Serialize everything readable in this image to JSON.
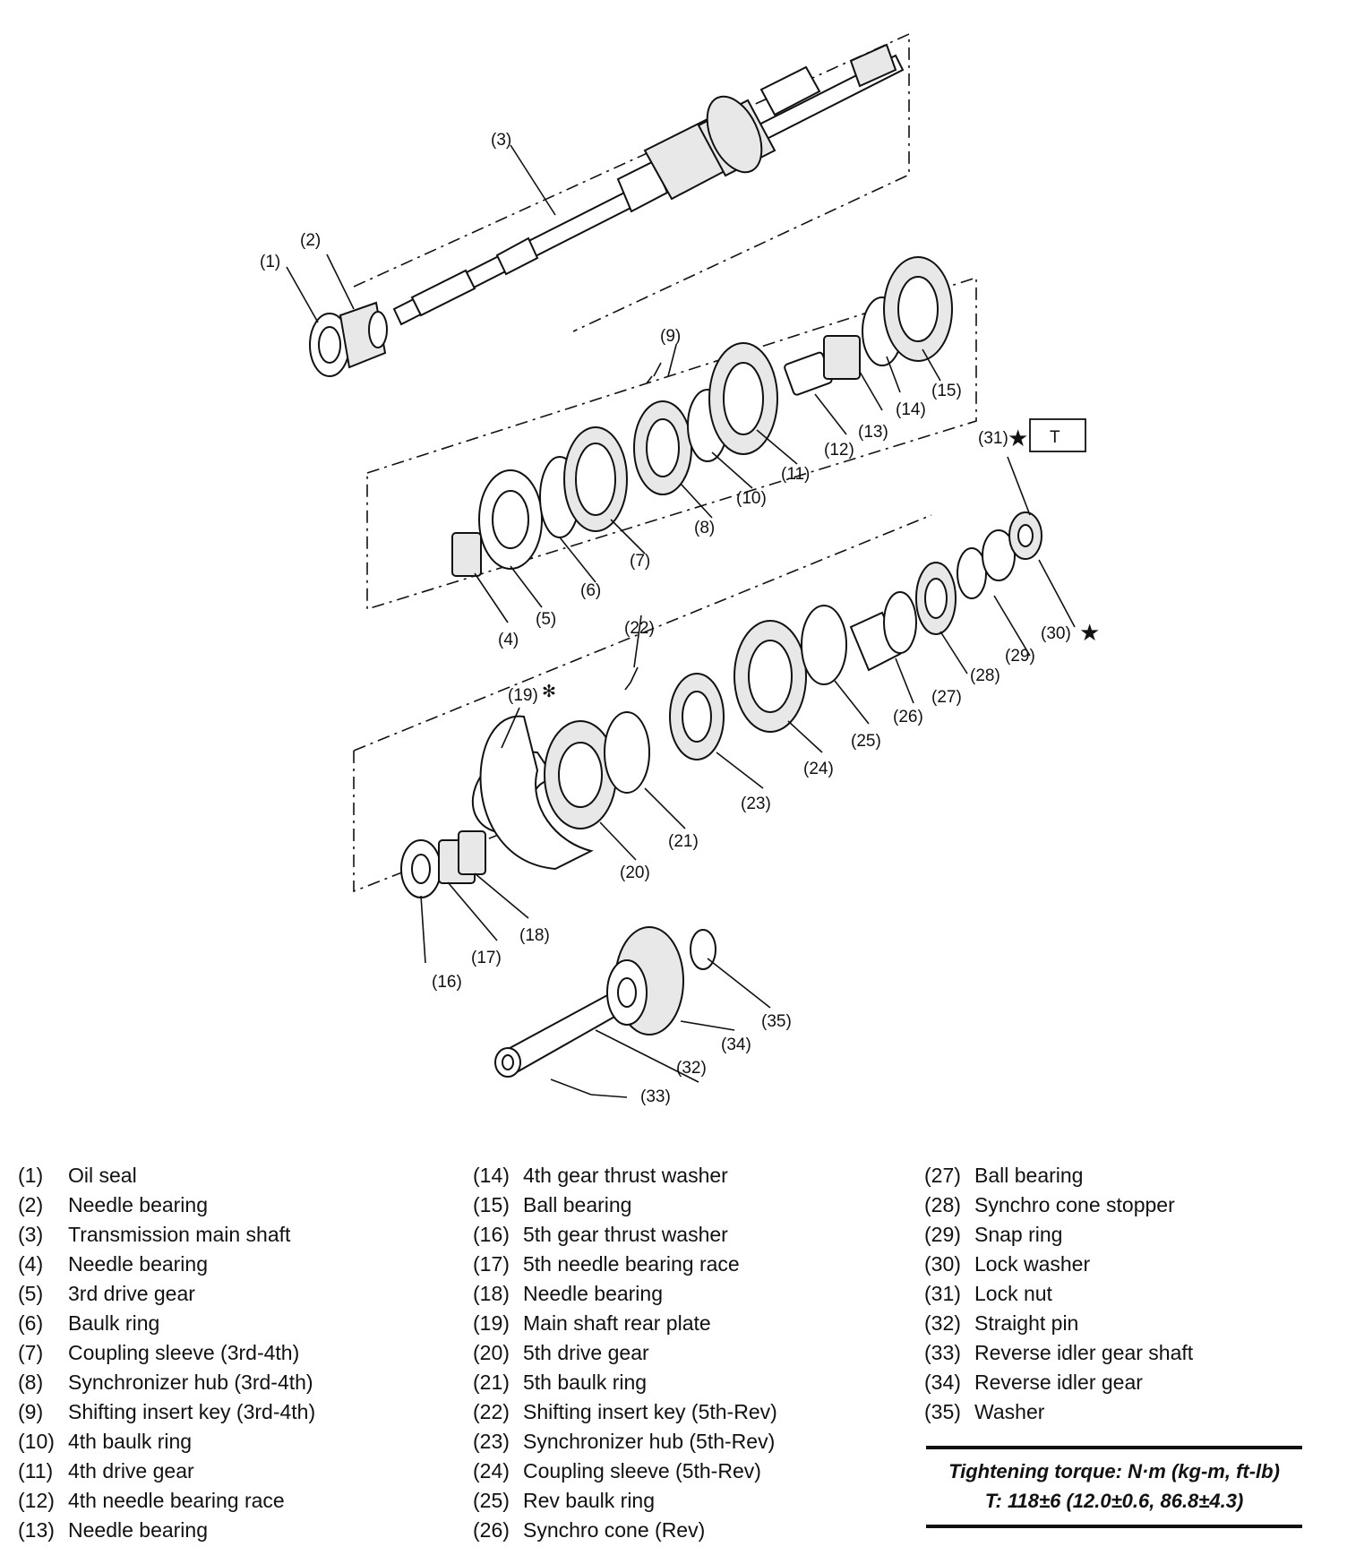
{
  "callouts": {
    "c1": "(1)",
    "c2": "(2)",
    "c3": "(3)",
    "c4": "(4)",
    "c5": "(5)",
    "c6": "(6)",
    "c7": "(7)",
    "c8": "(8)",
    "c9": "(9)",
    "c10": "(10)",
    "c11": "(11)",
    "c12": "(12)",
    "c13": "(13)",
    "c14": "(14)",
    "c15": "(15)",
    "c16": "(16)",
    "c17": "(17)",
    "c18": "(18)",
    "c19": "(19)",
    "c20": "(20)",
    "c21": "(21)",
    "c22": "(22)",
    "c23": "(23)",
    "c24": "(24)",
    "c25": "(25)",
    "c26": "(26)",
    "c27": "(27)",
    "c28": "(28)",
    "c29": "(29)",
    "c30": "(30)",
    "c31": "(31)",
    "c32": "(32)",
    "c33": "(33)",
    "c34": "(34)",
    "c35": "(35)",
    "star": "★",
    "asterisk": "✻",
    "torque_box": "T"
  },
  "legend": {
    "col1": [
      {
        "num": "(1)",
        "label": "Oil seal"
      },
      {
        "num": "(2)",
        "label": "Needle bearing"
      },
      {
        "num": "(3)",
        "label": "Transmission main shaft"
      },
      {
        "num": "(4)",
        "label": "Needle bearing"
      },
      {
        "num": "(5)",
        "label": "3rd drive gear"
      },
      {
        "num": "(6)",
        "label": "Baulk ring"
      },
      {
        "num": "(7)",
        "label": "Coupling sleeve (3rd-4th)"
      },
      {
        "num": "(8)",
        "label": "Synchronizer hub (3rd-4th)"
      },
      {
        "num": "(9)",
        "label": "Shifting insert key (3rd-4th)"
      },
      {
        "num": "(10)",
        "label": "4th baulk ring"
      },
      {
        "num": "(11)",
        "label": "4th drive gear"
      },
      {
        "num": "(12)",
        "label": "4th needle bearing race"
      },
      {
        "num": "(13)",
        "label": "Needle bearing"
      }
    ],
    "col2": [
      {
        "num": "(14)",
        "label": "4th gear thrust washer"
      },
      {
        "num": "(15)",
        "label": "Ball bearing"
      },
      {
        "num": "(16)",
        "label": "5th gear thrust washer"
      },
      {
        "num": "(17)",
        "label": "5th needle bearing race"
      },
      {
        "num": "(18)",
        "label": "Needle bearing"
      },
      {
        "num": "(19)",
        "label": "Main shaft rear plate"
      },
      {
        "num": "(20)",
        "label": "5th drive gear"
      },
      {
        "num": "(21)",
        "label": "5th baulk ring"
      },
      {
        "num": "(22)",
        "label": "Shifting insert key (5th-Rev)"
      },
      {
        "num": "(23)",
        "label": "Synchronizer hub (5th-Rev)"
      },
      {
        "num": "(24)",
        "label": "Coupling sleeve (5th-Rev)"
      },
      {
        "num": "(25)",
        "label": "Rev baulk ring"
      },
      {
        "num": "(26)",
        "label": "Synchro cone (Rev)"
      }
    ],
    "col3": [
      {
        "num": "(27)",
        "label": "Ball bearing"
      },
      {
        "num": "(28)",
        "label": "Synchro cone stopper"
      },
      {
        "num": "(29)",
        "label": "Snap ring"
      },
      {
        "num": "(30)",
        "label": "Lock washer"
      },
      {
        "num": "(31)",
        "label": "Lock nut"
      },
      {
        "num": "(32)",
        "label": "Straight pin"
      },
      {
        "num": "(33)",
        "label": "Reverse idler gear shaft"
      },
      {
        "num": "(34)",
        "label": "Reverse idler gear"
      },
      {
        "num": "(35)",
        "label": "Washer"
      }
    ]
  },
  "torque": {
    "heading": "Tightening torque: N·m (kg-m, ft-lb)",
    "value": "T: 118±6 (12.0±0.6, 86.8±4.3)"
  }
}
